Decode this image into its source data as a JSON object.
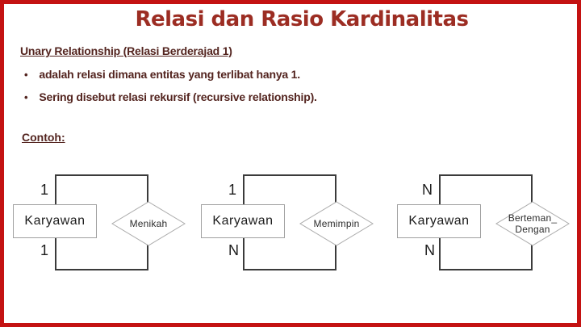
{
  "slide": {
    "title": "Relasi dan Rasio Kardinalitas",
    "heading": "Unary Relationship (Relasi Berderajad 1)",
    "bullet_char": "•",
    "bullets": [
      "adalah relasi dimana entitas yang terlibat hanya 1.",
      "Sering disebut relasi rekursif (recursive relationship)."
    ],
    "example_label": "Contoh:",
    "colors": {
      "frame_border": "#c41212",
      "title_text": "#9c2d23",
      "body_text": "#53241f",
      "loop_line": "#3b3b3b",
      "shape_border": "#a0a0a0",
      "diagram_text": "#1c1c1c"
    }
  },
  "diagrams": [
    {
      "entity": "Karyawan",
      "label_lines": [
        "Menikah"
      ],
      "cardinality_top": "1",
      "cardinality_bottom": "1"
    },
    {
      "entity": "Karyawan",
      "label_lines": [
        "Memimpin"
      ],
      "cardinality_top": "1",
      "cardinality_bottom": "N"
    },
    {
      "entity": "Karyawan",
      "label_lines": [
        "Berteman_",
        "Dengan"
      ],
      "cardinality_top": "N",
      "cardinality_bottom": "N"
    }
  ]
}
